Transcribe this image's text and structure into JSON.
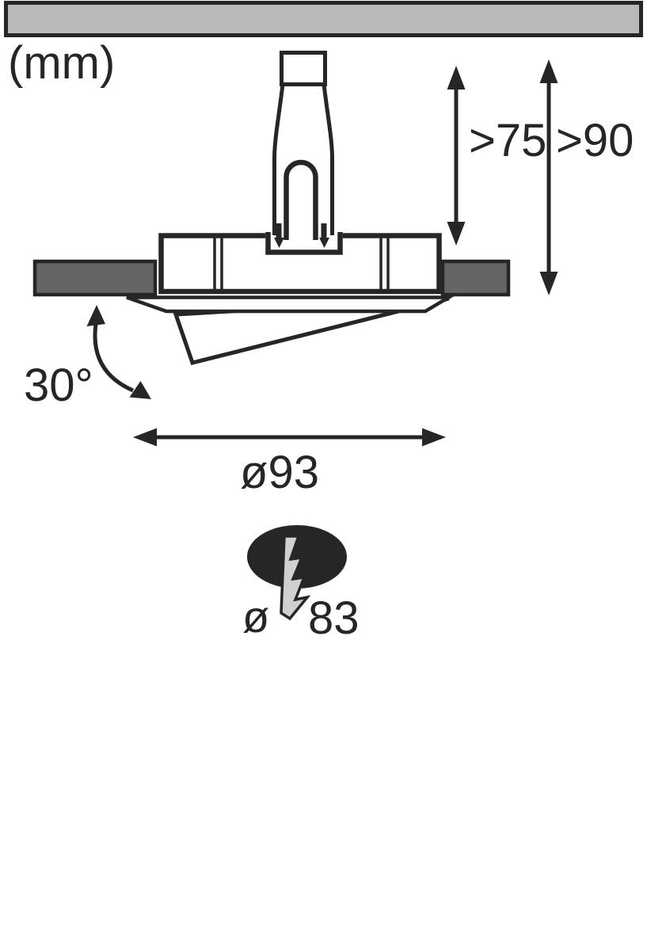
{
  "unit_label": "(mm)",
  "colors": {
    "line": "#262626",
    "ceiling_panel_gray": "#b9b9bb",
    "ceiling_cut_gray": "#646467",
    "bolt_gray": "#d0d0d2",
    "white": "#ffffff"
  },
  "dimensions": {
    "min_recess_depth": ">75",
    "min_installation_depth": ">90",
    "tilt_angle": "30°",
    "trim_diameter": "ø93",
    "cutout_symbol": "ø",
    "cutout_diameter": "83"
  }
}
